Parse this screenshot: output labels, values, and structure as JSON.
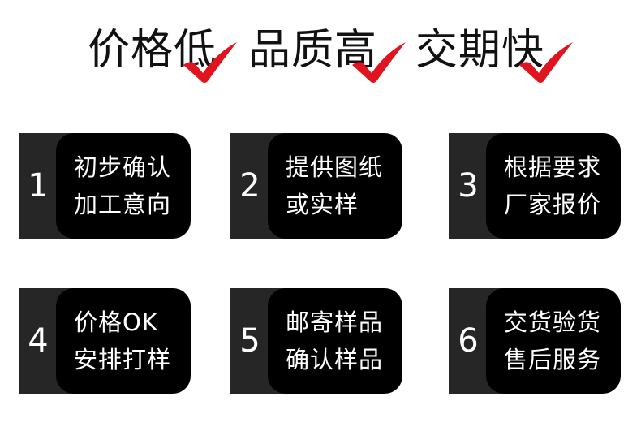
{
  "headline": {
    "slogans": [
      {
        "text": "价格低",
        "icon": "check-icon",
        "icon_color": "#e0141e"
      },
      {
        "text": "品质高",
        "icon": "check-icon",
        "icon_color": "#e0141e"
      },
      {
        "text": "交期快",
        "icon": "check-icon",
        "icon_color": "#e0141e"
      }
    ]
  },
  "steps": [
    {
      "number": "1",
      "line1": "初步确认",
      "line2": "加工意向"
    },
    {
      "number": "2",
      "line1": "提供图纸",
      "line2": "或实样"
    },
    {
      "number": "3",
      "line1": "根据要求",
      "line2": "厂家报价"
    },
    {
      "number": "4",
      "line1": "价格OK",
      "line2": "安排打样"
    },
    {
      "number": "5",
      "line1": "邮寄样品",
      "line2": "确认样品"
    },
    {
      "number": "6",
      "line1": "交货验货",
      "line2": "售后服务"
    }
  ],
  "colors": {
    "card": "#000000",
    "card_back": "#262626",
    "check": "#e0141e"
  }
}
